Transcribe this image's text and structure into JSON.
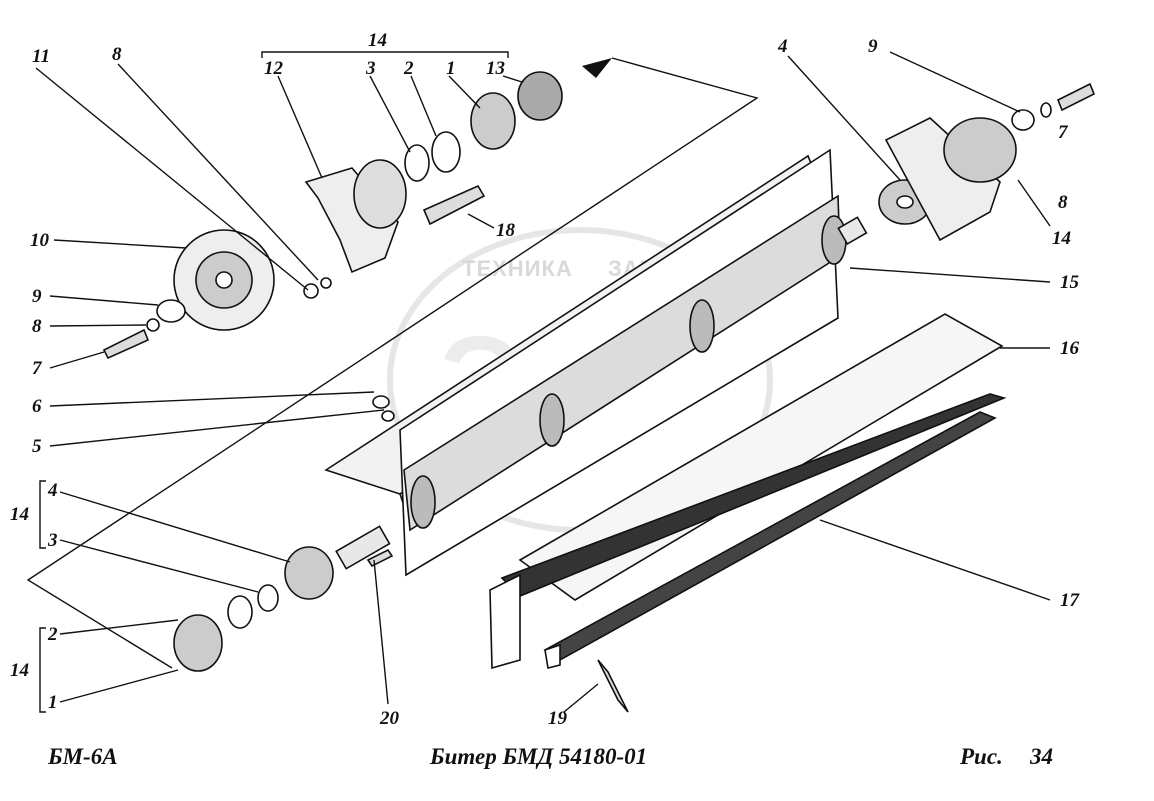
{
  "watermark": {
    "left_text": "ТЕХНИКА",
    "right_text": "ЗАПЧАСТИ",
    "logo_text": "ЭПФ"
  },
  "caption": {
    "left": "БМ-6А",
    "center": "Битер БМД 54180-01",
    "right_prefix": "Рис.",
    "right_number": "34"
  },
  "labels": {
    "l14_top": "14",
    "l12": "12",
    "l3_top": "3",
    "l2_top": "2",
    "l1_top": "1",
    "l13": "13",
    "l11": "11",
    "l8_top": "8",
    "l4_right": "4",
    "l9_right": "9",
    "l7_right": "7",
    "l8_right": "8",
    "l14_right": "14",
    "l15": "15",
    "l16": "16",
    "l17": "17",
    "l18": "18",
    "l10": "10",
    "l9_left": "9",
    "l8_left": "8",
    "l7_left": "7",
    "l6": "6",
    "l5": "5",
    "l14_mid": "14",
    "l4_left": "4",
    "l3_left": "3",
    "l14_low": "14",
    "l2_left": "2",
    "l1_left": "1",
    "l20": "20",
    "l19": "19"
  }
}
